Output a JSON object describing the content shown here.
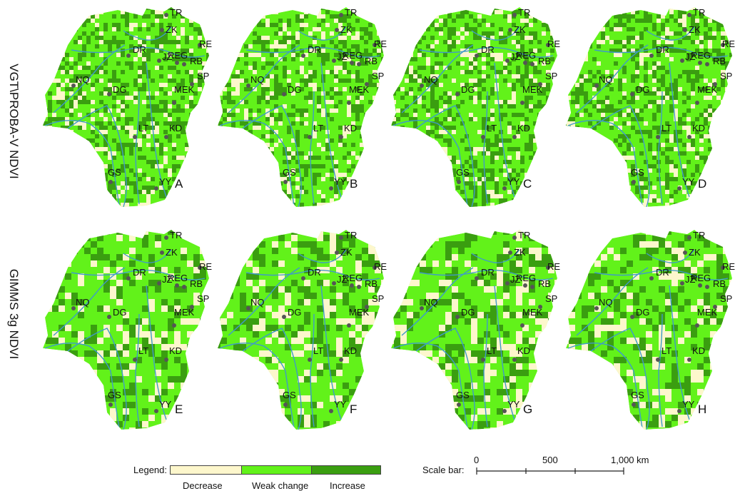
{
  "rows": [
    {
      "label": "VGT\\PROBA-V NDVI",
      "panels": [
        "A",
        "B",
        "C",
        "D"
      ]
    },
    {
      "label": "GIMMS 3g NDVI",
      "panels": [
        "E",
        "F",
        "G",
        "H"
      ]
    }
  ],
  "cities": [
    "TR",
    "ZK",
    "RE",
    "DR",
    "JZ",
    "REG",
    "RB",
    "SP",
    "NQ",
    "DG",
    "MEK",
    "LT",
    "KD",
    "GS",
    "YY"
  ],
  "legend": {
    "title": "Legend:",
    "items": [
      {
        "label": "Decrease",
        "color": "#fdf7cc"
      },
      {
        "label": "Weak change",
        "color": "#62f21a"
      },
      {
        "label": "Increase",
        "color": "#3a9e10"
      }
    ]
  },
  "scale_bar": {
    "title": "Scale bar:",
    "ticks": [
      "0",
      "500",
      "1,000 km"
    ]
  },
  "colors": {
    "river": "#3f9ac8",
    "city_dot": "#555555"
  }
}
